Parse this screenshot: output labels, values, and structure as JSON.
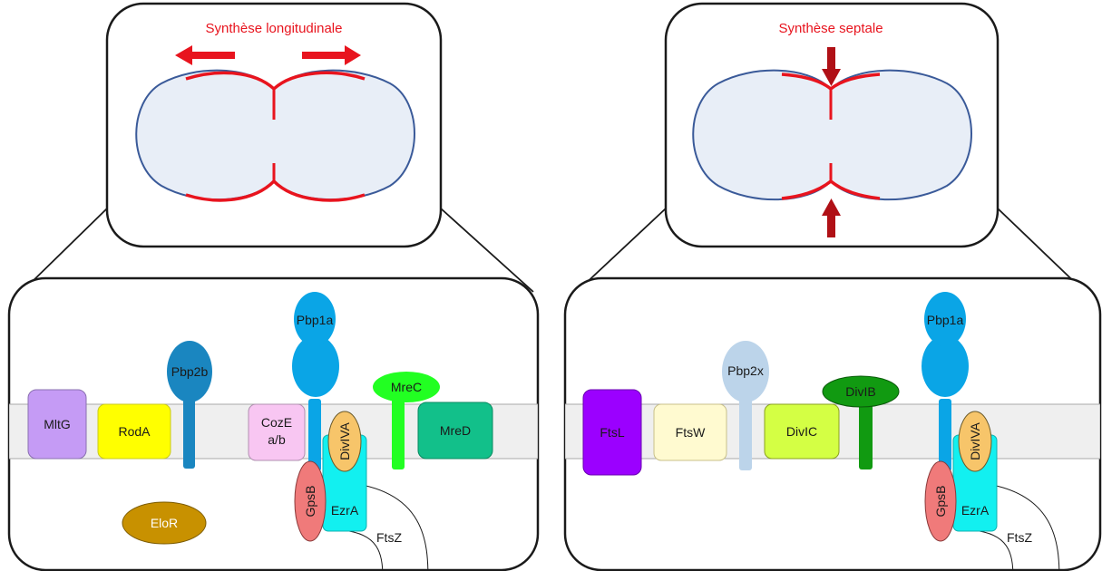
{
  "left_panel": {
    "title": "Synthèse longitudinale",
    "proteins": {
      "mltg": "MltG",
      "roda": "RodA",
      "pbp2b": "Pbp2b",
      "coze_line1": "CozE",
      "coze_line2": "a/b",
      "pbp1a": "Pbp1a",
      "mrec": "MreC",
      "mred": "MreD",
      "divkva": "DivIVA",
      "gpsb": "GpsB",
      "ezra": "EzrA",
      "ftsz": "FtsZ",
      "elor": "EloR"
    }
  },
  "right_panel": {
    "title": "Synthèse septale",
    "proteins": {
      "ftsl": "FtsL",
      "ftsw": "FtsW",
      "pbp2x": "Pbp2x",
      "divic": "DivIC",
      "divib": "DivIB",
      "pbp1a": "Pbp1a",
      "divkva": "DivIVA",
      "gpsb": "GpsB",
      "ezra": "EzrA",
      "ftsz": "FtsZ"
    }
  },
  "colors": {
    "membrane": "#efefef",
    "cell_fill": "#e8eef7",
    "cell_outline": "#3a5a99",
    "peptidoglycan": "#e8141e",
    "mltg": "#c59bf5",
    "roda": "#ffff00",
    "pbp2b": "#1a86c0",
    "coze": "#f8c6f2",
    "pbp1a": "#0aa5e6",
    "mrec": "#22ff22",
    "mred": "#12c08a",
    "divkva": "#f7c56a",
    "gpsb": "#f07a7a",
    "ezra": "#12f0f0",
    "elor": "#c89100",
    "ftsl": "#9b00ff",
    "ftsw": "#fffad0",
    "pbp2x": "#bcd4ea",
    "divic": "#d4ff44",
    "divib": "#119a11"
  }
}
